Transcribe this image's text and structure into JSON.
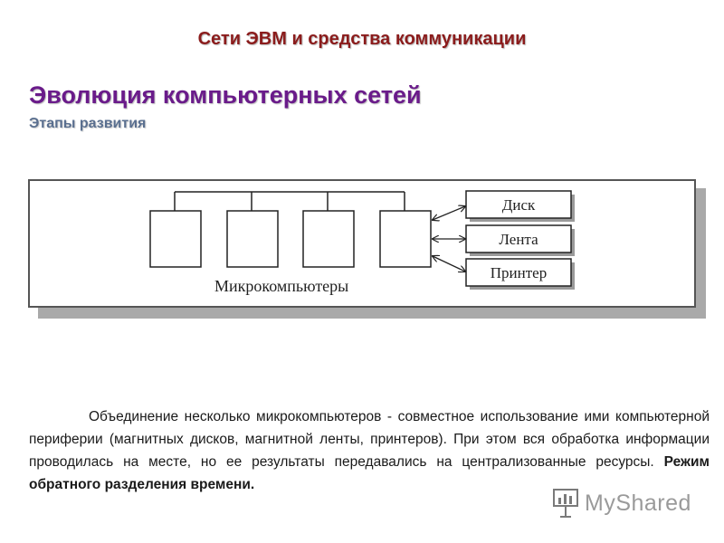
{
  "header": {
    "title": "Сети ЭВМ и средства коммуникации"
  },
  "slide": {
    "title": "Эволюция  компьютерных сетей",
    "subtitle": "Этапы развития"
  },
  "diagram": {
    "computers_label": "Микрокомпьютеры",
    "devices": [
      {
        "label": "Диск"
      },
      {
        "label": "Лента"
      },
      {
        "label": "Принтер"
      }
    ]
  },
  "paragraph": {
    "text": "Объединение несколько микрокомпьютеров - совместное использование ими компьютерной периферии (магнитных дисков, магнитной ленты, принтеров). При этом вся обработка информации проводилась на месте, но ее результаты передавались на централизованные ресурсы. ",
    "emphasis": "Режим обратного разделения времени."
  },
  "watermark": {
    "text": "MyShared",
    "icon": "presentation-chart-icon"
  }
}
